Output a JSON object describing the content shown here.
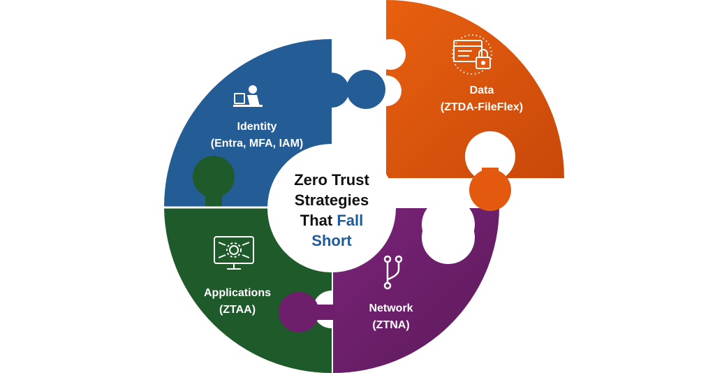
{
  "center": {
    "line1": "Zero Trust",
    "line2": "Strategies",
    "line3_plain": "That ",
    "line3_accent": "Fall",
    "line4_accent": "Short"
  },
  "segments": {
    "identity": {
      "title": "Identity",
      "subtitle": "(Entra, MFA, IAM)",
      "color": "#245d96",
      "icon": "person-at-laptop-icon"
    },
    "data": {
      "title": "Data",
      "subtitle": "(ZTDA-FileFlex)",
      "color": "#e35a0f",
      "icon": "locked-browser-window-icon"
    },
    "applications": {
      "title": "Applications",
      "subtitle": "(ZTAA)",
      "color": "#1e5a2a",
      "icon": "monitor-gear-circuit-icon"
    },
    "network": {
      "title": "Network",
      "subtitle": "(ZTNA)",
      "color": "#6e1f6b",
      "icon": "branch-network-icon"
    }
  },
  "colors": {
    "accent": "#1f5a99",
    "text_dark": "#111111"
  }
}
